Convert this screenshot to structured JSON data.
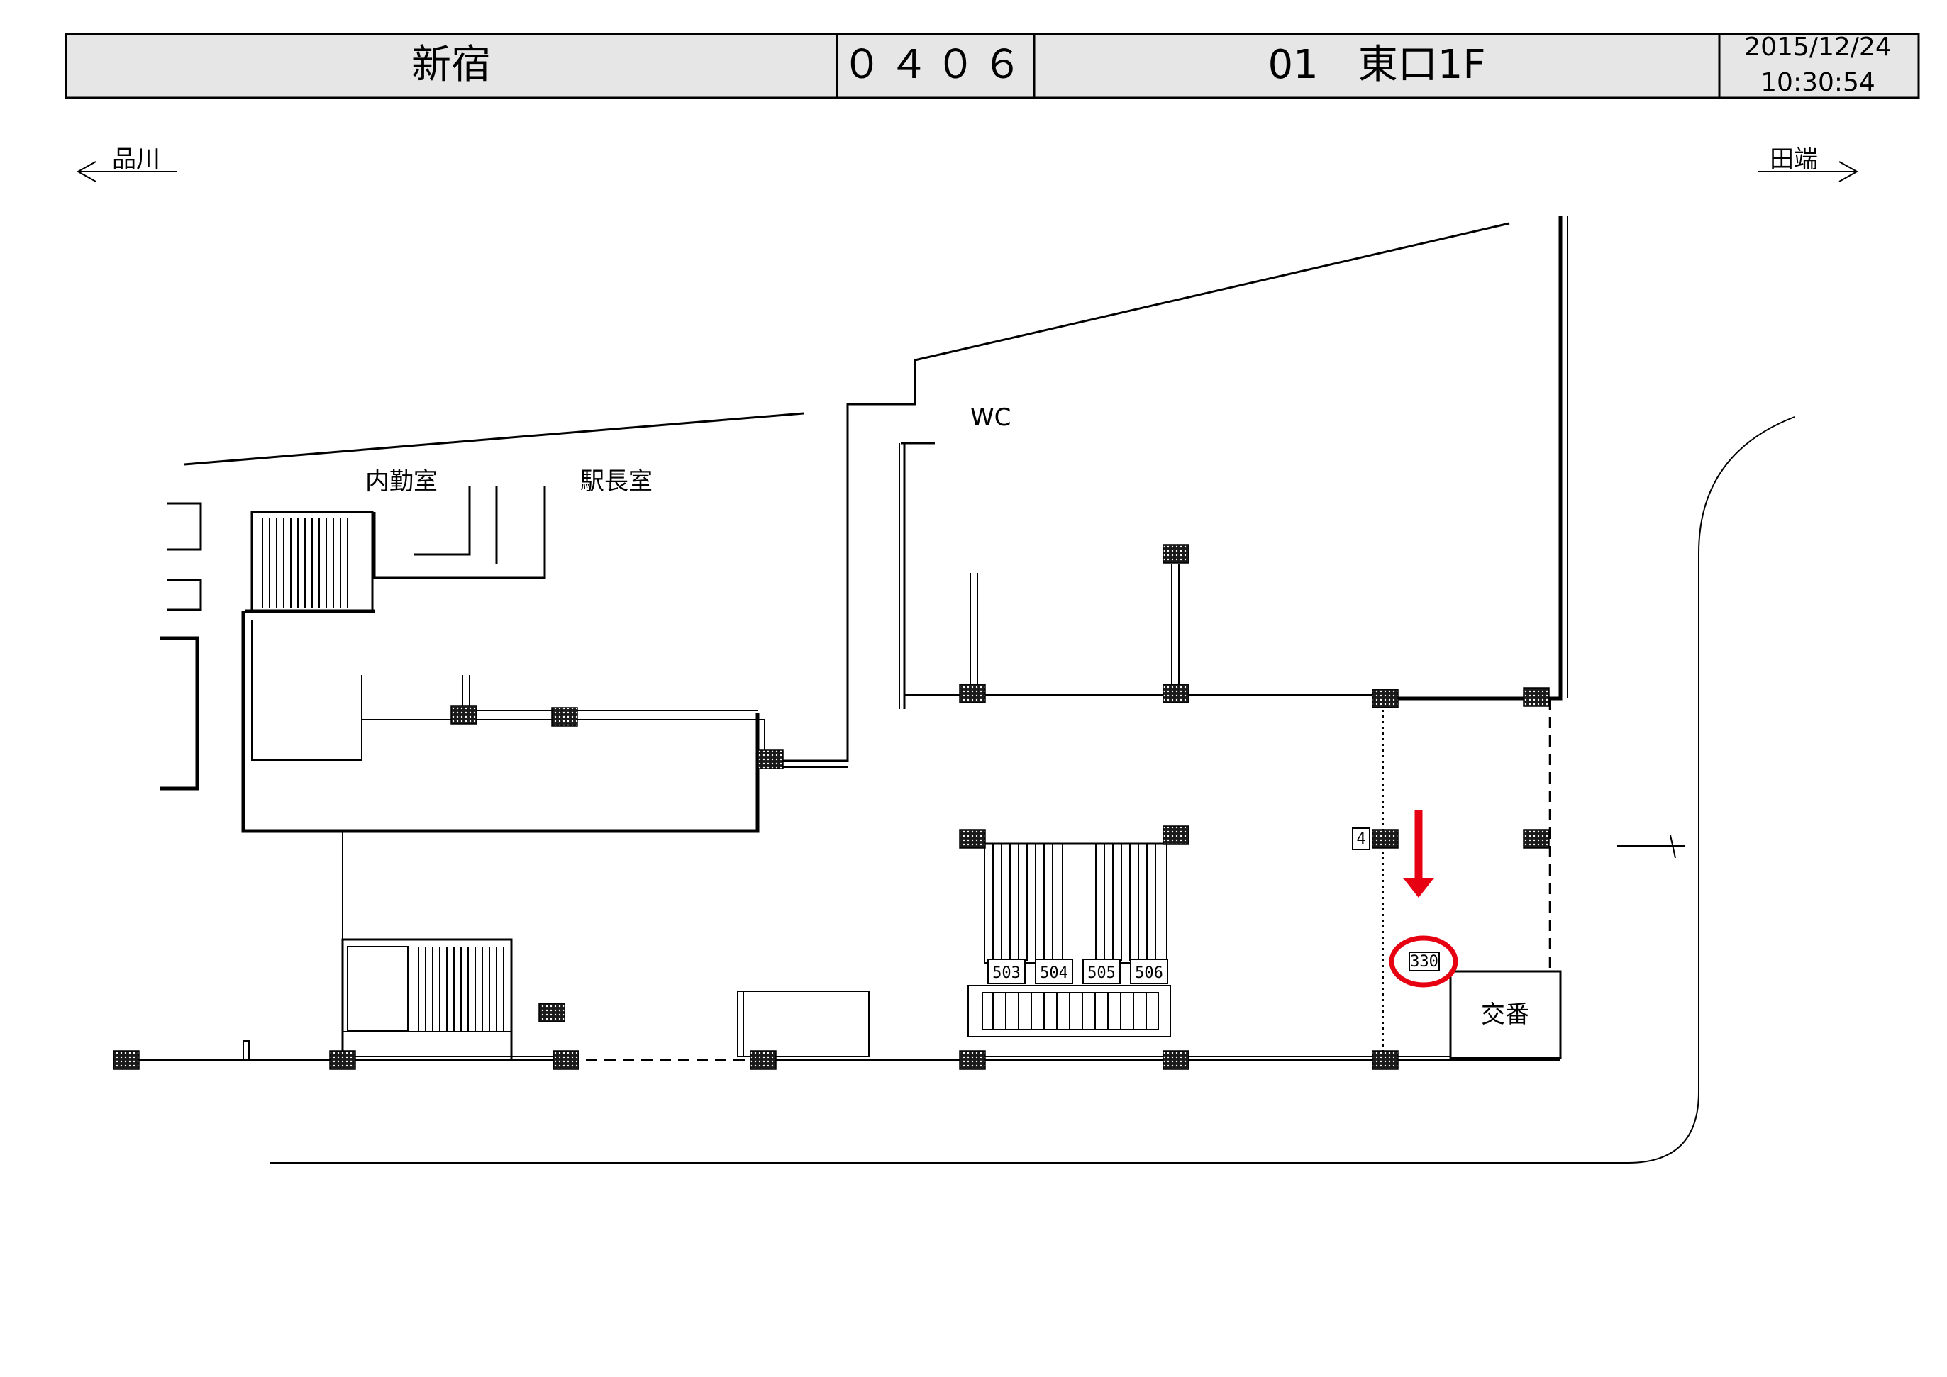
{
  "header": {
    "station_name": "新宿",
    "station_code": "０４０６",
    "area_label": "01　東口1F",
    "date": "2015/12/24",
    "time": "10:30:54"
  },
  "directions": {
    "left": "品川",
    "right": "田端"
  },
  "rooms": {
    "staff_room": "内勤室",
    "station_master_room": "駅長室",
    "toilet": "WC",
    "police_box": "交番"
  },
  "location_numbers": {
    "gates": [
      "503",
      "504",
      "505",
      "506"
    ],
    "target": "330",
    "pillar_tag": "4"
  },
  "colors": {
    "line": "#000000",
    "highlight": "#e60012",
    "pillar": "#1a1a1a"
  }
}
